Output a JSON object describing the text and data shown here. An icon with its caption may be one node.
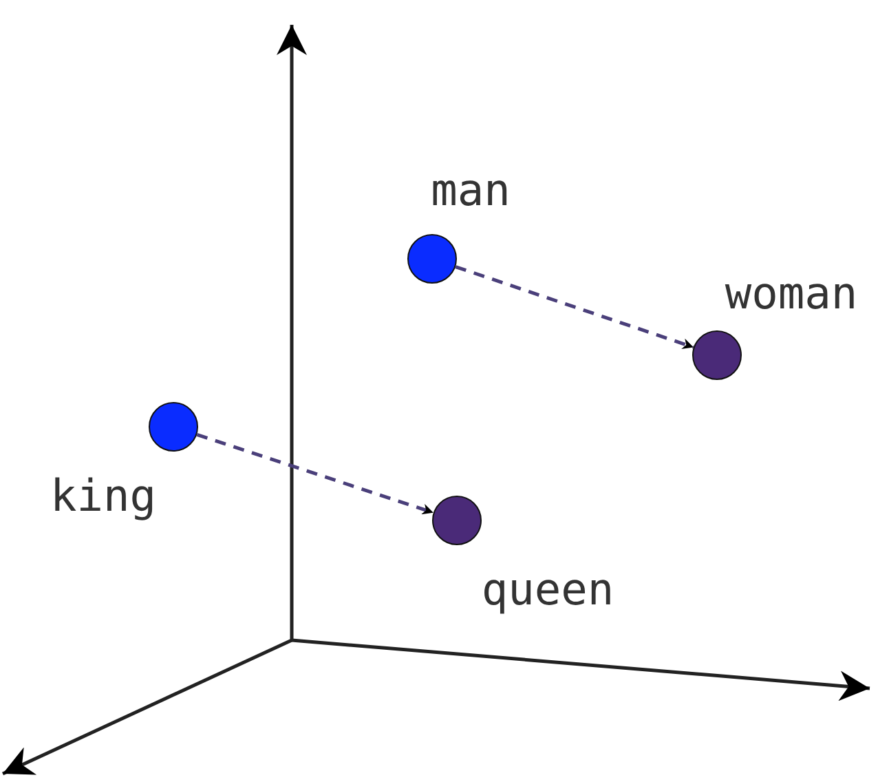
{
  "diagram": {
    "nodes": [
      {
        "text": [
          "man"
        ]
      },
      {
        "text": [
          "woman"
        ]
      },
      {
        "text": [
          "king"
        ]
      },
      {
        "text": [
          "queen"
        ]
      }
    ],
    "edges": [
      {
        "from": 0,
        "to": 1,
        "arrow": "to",
        "style": "dashed"
      },
      {
        "from": 2,
        "to": 3,
        "arrow": "to",
        "style": "dashed"
      }
    ]
  }
}
